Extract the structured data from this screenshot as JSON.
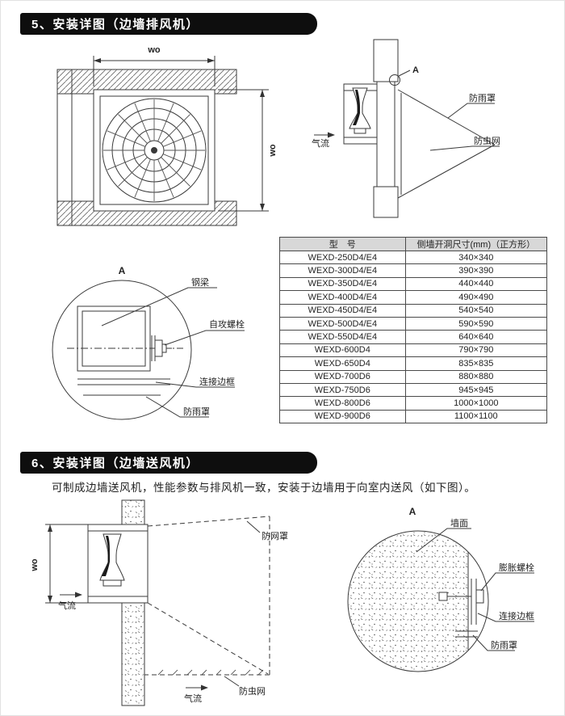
{
  "section5": {
    "title": "5、安装详图（边墙排风机）",
    "front_view": {
      "dim_width": "wo",
      "dim_height": "wo"
    },
    "side_view": {
      "detail_marker": "A",
      "airflow": "气流",
      "rain_cover": "防雨罩",
      "insect_net": "防虫网"
    },
    "detail": {
      "marker": "A",
      "steel_beam": "钢梁",
      "self_tapping_bolt": "自攻螺栓",
      "connecting_frame": "连接边框",
      "rain_cover": "防雨罩"
    },
    "table": {
      "headers": [
        "型　号",
        "侧墙开洞尺寸(mm)（正方形）"
      ],
      "rows": [
        [
          "WEXD-250D4/E4",
          "340×340"
        ],
        [
          "WEXD-300D4/E4",
          "390×390"
        ],
        [
          "WEXD-350D4/E4",
          "440×440"
        ],
        [
          "WEXD-400D4/E4",
          "490×490"
        ],
        [
          "WEXD-450D4/E4",
          "540×540"
        ],
        [
          "WEXD-500D4/E4",
          "590×590"
        ],
        [
          "WEXD-550D4/E4",
          "640×640"
        ],
        [
          "WEXD-600D4",
          "790×790"
        ],
        [
          "WEXD-650D4",
          "835×835"
        ],
        [
          "WEXD-700D6",
          "880×880"
        ],
        [
          "WEXD-750D6",
          "945×945"
        ],
        [
          "WEXD-800D6",
          "1000×1000"
        ],
        [
          "WEXD-900D6",
          "1100×1100"
        ]
      ]
    }
  },
  "section6": {
    "title": "6、安装详图（边墙送风机）",
    "description": "可制成边墙送风机，性能参数与排风机一致，安装于边墙用于向室内送风（如下图）。",
    "side_view": {
      "dim_height": "wo",
      "airflow_in": "气流",
      "airflow_out": "气流",
      "net_cover": "防网罩",
      "insect_net": "防虫网"
    },
    "detail": {
      "marker": "A",
      "wall_surface": "墙面",
      "expansion_bolt": "膨胀螺栓",
      "connecting_frame": "连接边框",
      "rain_cover": "防雨罩"
    }
  }
}
